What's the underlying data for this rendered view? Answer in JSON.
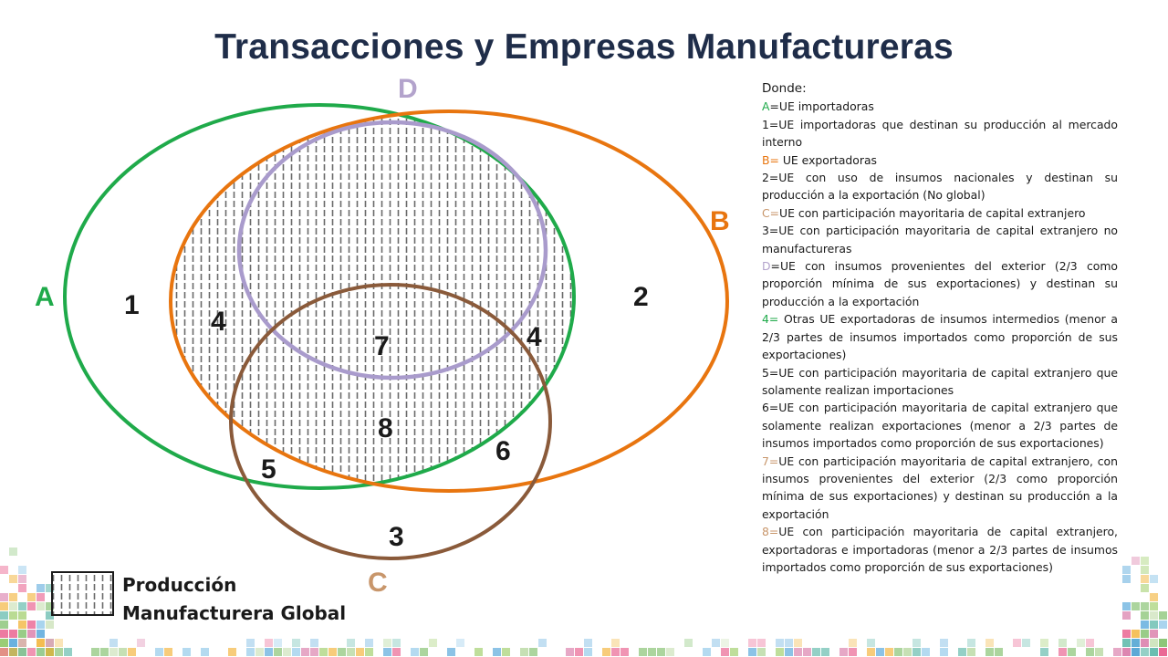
{
  "title": "Transacciones y Empresas Manufactureras",
  "sets": {
    "A": {
      "label": "A",
      "color": "#1faa4a"
    },
    "B": {
      "label": "B",
      "color": "#e8750f"
    },
    "C": {
      "label": "C",
      "color": "#8a5a3a"
    },
    "D": {
      "label": "D",
      "color": "#a99bcc"
    }
  },
  "regions": [
    "1",
    "4",
    "7",
    "4",
    "2",
    "8",
    "6",
    "5",
    "3"
  ],
  "pattern_legend": {
    "line1": "Producción",
    "line2": "Manufacturera Global"
  },
  "definitions": {
    "header": "Donde:",
    "items": [
      {
        "key": "A",
        "sep": "=",
        "text": "UE importadoras"
      },
      {
        "key": "1",
        "sep": "=",
        "text": "UE importadoras que destinan su producción al mercado interno"
      },
      {
        "key": "B",
        "sep": "= ",
        "text": "UE exportadoras"
      },
      {
        "key": "2",
        "sep": "=",
        "text": "UE con uso de insumos nacionales y destinan su producción a la exportación (No global)"
      },
      {
        "key": "C",
        "sep": "=",
        "text": "UE con participación mayoritaria de capital extranjero"
      },
      {
        "key": "3",
        "sep": "=",
        "text": "UE con participación mayoritaria de capital extranjero no manufactureras"
      },
      {
        "key": "D",
        "sep": "=",
        "text": "UE con insumos provenientes del exterior (2/3 como proporción mínima de sus exportaciones) y destinan su producción a la exportación"
      },
      {
        "key": "4",
        "sep": "= ",
        "text": "Otras UE exportadoras de insumos intermedios (menor a 2/3 partes de insumos importados como proporción de sus exportaciones)"
      },
      {
        "key": "5",
        "sep": "=",
        "text": "UE con participación mayoritaria de capital extranjero que solamente realizan importaciones"
      },
      {
        "key": "6",
        "sep": "=",
        "text": "UE con participación mayoritaria de capital extranjero que solamente realizan exportaciones (menor a 2/3 partes de insumos importados como proporción de sus exportaciones)"
      },
      {
        "key": "7",
        "sep": "=",
        "text": "UE con participación mayoritaria de capital extranjero, con insumos provenientes del exterior (2/3 como proporción mínima de sus exportaciones) y destinan su producción a la exportación"
      },
      {
        "key": "8",
        "sep": "=",
        "text": "UE con participación mayoritaria de capital extranjero, exportadoras e importadoras (menor a 2/3 partes de insumos importados como proporción de sus exportaciones)"
      }
    ]
  }
}
